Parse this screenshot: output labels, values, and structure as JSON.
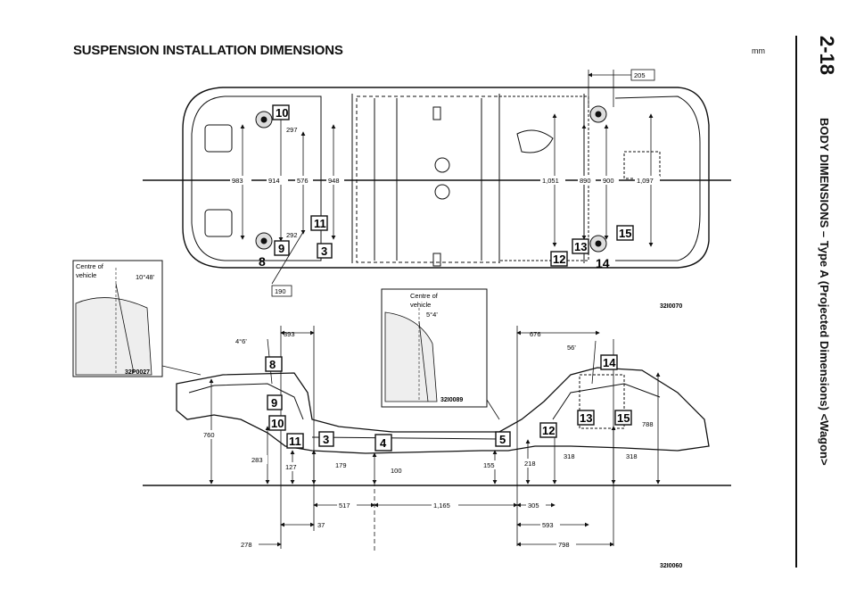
{
  "header": {
    "title": "SUSPENSION INSTALLATION DIMENSIONS",
    "unit": "mm"
  },
  "side": {
    "page_number": "2-18",
    "section_title": "BODY DIMENSIONS – Type A (Projected Dimensions) <Wagon>"
  },
  "top_view": {
    "figure_code": "32I0070",
    "dims": [
      "983",
      "914",
      "576",
      "948",
      "1,051",
      "890",
      "900",
      "1,097",
      "297",
      "292",
      "205",
      "190"
    ],
    "points": [
      "10",
      "11",
      "9",
      "8",
      "3",
      "12",
      "13",
      "14",
      "15"
    ]
  },
  "inset_left": {
    "label_line1": "Centre of",
    "label_line2": "vehicle",
    "angle": "10°48'",
    "code": "32P0027"
  },
  "inset_mid": {
    "label_line1": "Centre of",
    "label_line2": "vehicle",
    "angle": "5°4'",
    "code": "32I0089"
  },
  "side_view": {
    "figure_code": "32I0060",
    "angle_front": "4°6'",
    "angle_rear": "56'",
    "dims": {
      "d393": "393",
      "d676": "676",
      "d760": "760",
      "d283": "283",
      "d127": "127",
      "d179": "179",
      "d100": "100",
      "d155": "155",
      "d218": "218",
      "d318a": "318",
      "d318b": "318",
      "d788": "788",
      "d517": "517",
      "d1165": "1,165",
      "d305": "305",
      "d593": "593",
      "d37": "37",
      "d278": "278",
      "d798": "798"
    },
    "points": [
      "8",
      "9",
      "10",
      "11",
      "3",
      "4",
      "5",
      "12",
      "13",
      "14",
      "15"
    ]
  }
}
